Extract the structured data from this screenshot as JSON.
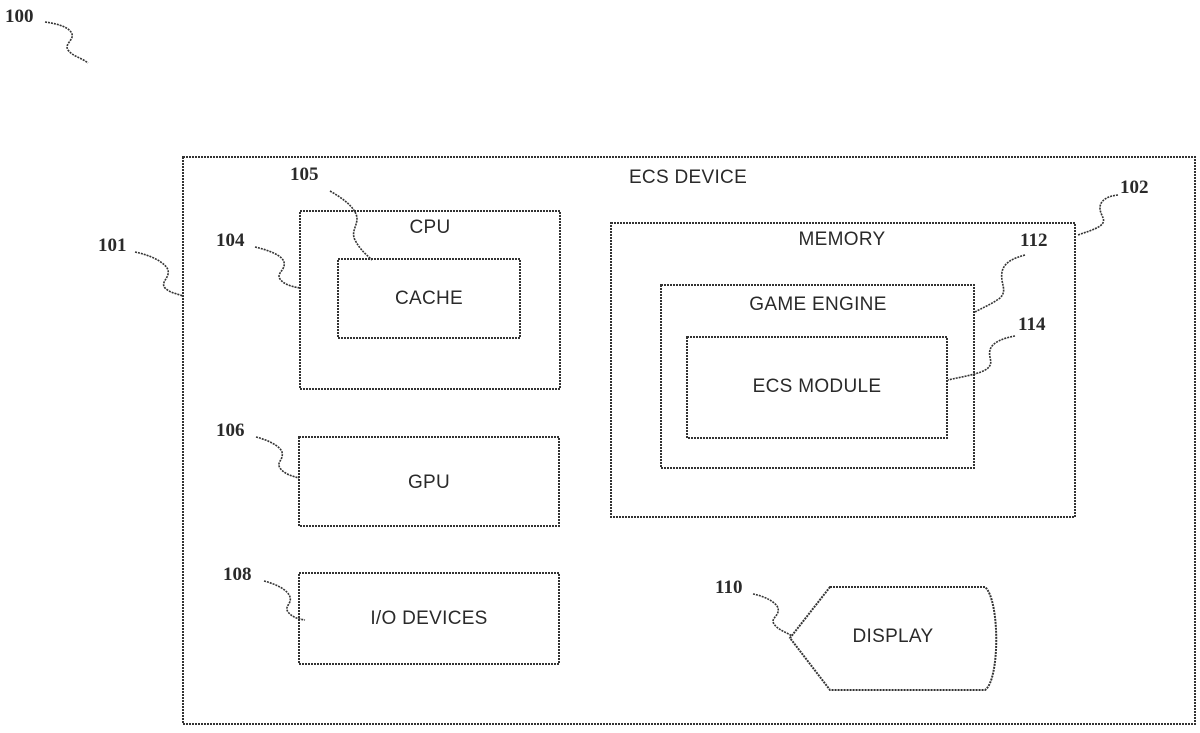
{
  "figure": {
    "ref": "100",
    "title": "ECS DEVICE"
  },
  "device": {
    "ref": "101",
    "label": "ECS DEVICE"
  },
  "memory": {
    "ref": "102",
    "label": "MEMORY"
  },
  "cpu": {
    "ref": "104",
    "label": "CPU"
  },
  "cache": {
    "ref": "105",
    "label": "CACHE"
  },
  "gpu": {
    "ref": "106",
    "label": "GPU"
  },
  "io_devices": {
    "ref": "108",
    "label": "I/O DEVICES"
  },
  "display": {
    "ref": "110",
    "label": "DISPLAY"
  },
  "game_engine": {
    "ref": "112",
    "label": "GAME ENGINE"
  },
  "ecs_module": {
    "ref": "114",
    "label": "ECS MODULE"
  },
  "colors": {
    "line": "#333333",
    "text": "#2a2a2a",
    "background": "#ffffff"
  }
}
